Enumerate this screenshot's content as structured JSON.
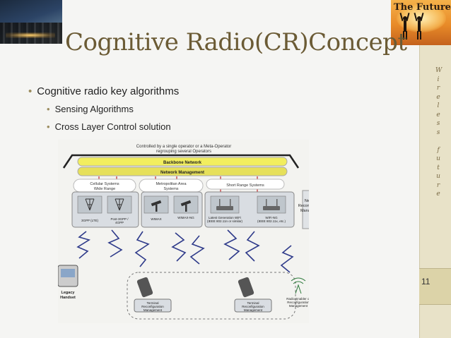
{
  "header": {
    "future_tag": "The Future"
  },
  "title": "Cognitive Radio(CR)Concept",
  "bullets": {
    "level1": "Cognitive radio key algorithms",
    "level2": [
      "Sensing Algorithms",
      "Cross Layer Control solution"
    ]
  },
  "sidebar": {
    "vertical_text": "W\ni\nr\ne\nl\ne\ns\ns\n \nf\nu\nt\nu\nr\ne",
    "page_number": "11"
  },
  "diagram": {
    "top_caption_1": "Controlled by a single operator or a Meta-Operator",
    "top_caption_2": "regrouping several Operators",
    "backbone": "Backbone Network",
    "network_management": "Network Management",
    "group_cellular": "Cellular Systems\nWide Range",
    "group_metro": "Metropolitan Area\nSystems",
    "group_short": "Short Range Systems",
    "nodes": [
      "3GPP (LTE)",
      "Post-3GPP / 4GPP",
      "WIMAX",
      "WIMAX-NG",
      "Latest Generation WiFi (IEEE 802.11n or similar)",
      "WiFi-NG (IEEE 802.11x, etc.)"
    ],
    "network_reconfig": "Network\nReconfiguration\nManagement",
    "legacy_handset": "Legacy\nHandset",
    "terminal_reconfig": "Terminal\nReconfiguration\nManagement",
    "radio_enabler": "Radio Enabler of\nReconfiguration\nManagement"
  }
}
